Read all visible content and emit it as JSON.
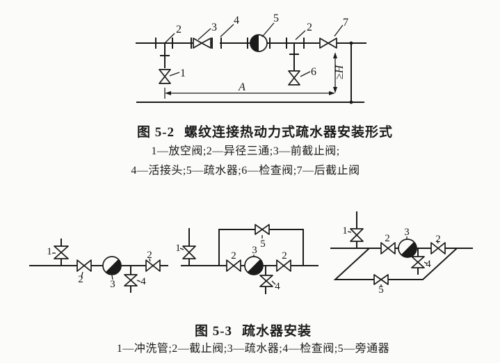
{
  "page": {
    "paper_color": "#fbfbf9",
    "ink_color": "#1b1b1b"
  },
  "figure52": {
    "caption": {
      "label": "图 5-2",
      "title": "螺纹连接热动力式疏水器安装形式"
    },
    "legend": {
      "line1": "1—放空阀;2—异径三通;3—前截止阀;",
      "line2": "4—活接头;5—疏水器;6—检查阀;7—后截止阀"
    },
    "labels": {
      "vent_valve": "1",
      "reducing_tee_left": "2",
      "front_stop_valve": "3",
      "union_joint": "4",
      "steam_trap": "5",
      "reducing_tee_right": "2",
      "check_valve": "6",
      "rear_stop_valve": "7"
    },
    "dimensions": {
      "horizontal": "A",
      "vertical": "≥H"
    }
  },
  "figure53": {
    "caption": {
      "label": "图 5-3",
      "title": "疏水器安装"
    },
    "legend": {
      "line1": "1—冲洗管;2—截止阀;3—疏水器;4—检查阀;5—旁通器"
    },
    "variant1": {
      "flush_pipe": "1",
      "stop_valve_left": "2",
      "steam_trap": "3",
      "check_valve": "4",
      "stop_valve_right": "2"
    },
    "variant2": {
      "flush_pipe": "1",
      "stop_valve_left": "2",
      "steam_trap": "3",
      "check_valve": "4",
      "stop_valve_right": "2",
      "bypass_valve": "5"
    },
    "variant3": {
      "flush_pipe": "1",
      "stop_valve_left": "2",
      "steam_trap": "3",
      "check_valve": "4",
      "stop_valve_right": "2",
      "bypass_valve": "5"
    }
  }
}
